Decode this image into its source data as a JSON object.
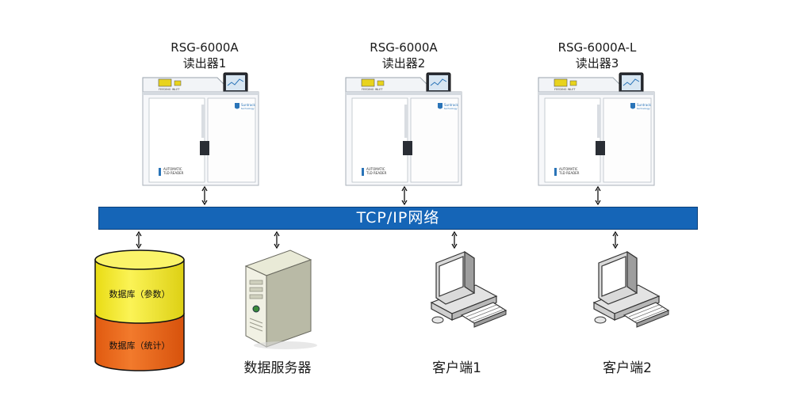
{
  "readers": [
    {
      "model": "RSG-6000A",
      "name": "读出器1"
    },
    {
      "model": "RSG-6000A",
      "name": "读出器2"
    },
    {
      "model": "RSG-6000A-L",
      "name": "读出器3"
    }
  ],
  "device_text": {
    "panel_tag": "FEEDING INLET",
    "brand": "Suntrack",
    "brand_sub": "technology",
    "automatic": "AUTOMATIC",
    "tld_reader": "TLD READER"
  },
  "network": {
    "label": "TCP/IP网络"
  },
  "database": {
    "top_label": "数据库（参数）",
    "bottom_label": "数据库（统计）",
    "top_color": "#f4ea2c",
    "bottom_color": "#ee6a1c"
  },
  "nodes": {
    "server": "数据服务器",
    "client1": "客户端1",
    "client2": "客户端2"
  },
  "colors": {
    "bar": "#1565b7"
  }
}
